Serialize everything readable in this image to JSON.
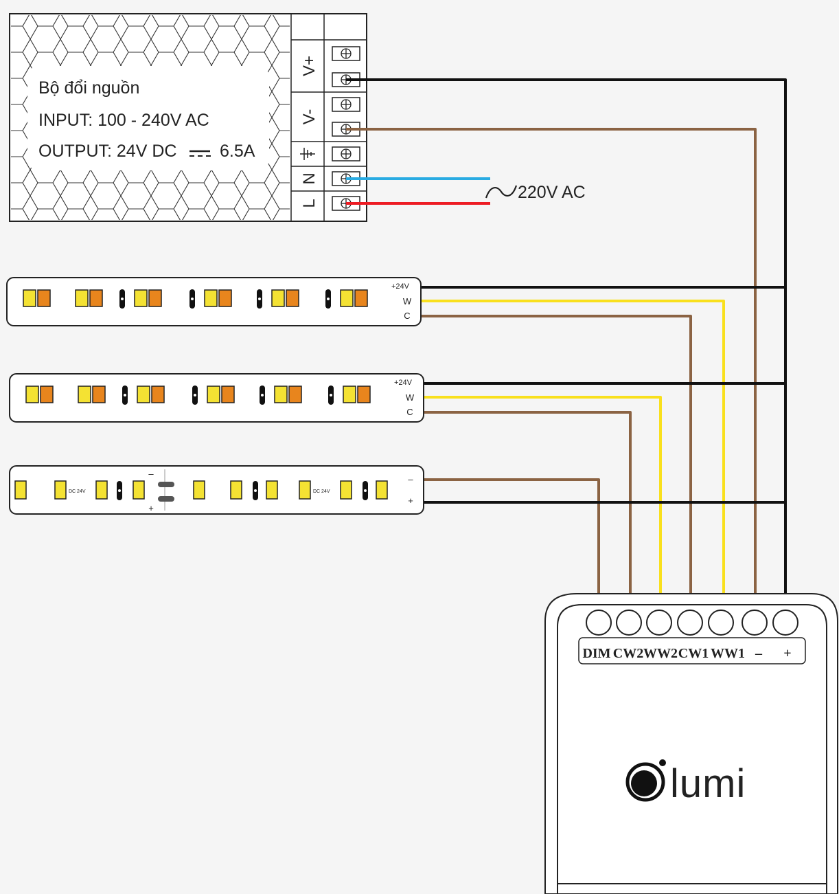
{
  "psu": {
    "title": "Bộ đổi nguồn",
    "input": "INPUT: 100 - 240V AC",
    "output_prefix": "OUTPUT: 24V DC",
    "output_current": "6.5A",
    "terminals": [
      "V+",
      "V-",
      "N",
      "L"
    ]
  },
  "ac_label": "220V AC",
  "strips": [
    {
      "labels": [
        "+24V",
        "W",
        "C"
      ]
    },
    {
      "labels": [
        "+24V",
        "W",
        "C"
      ]
    },
    {
      "labels": [
        "–",
        "+"
      ],
      "dc_label": "DC 24V",
      "minus": "–",
      "plus": "+"
    }
  ],
  "controller": {
    "terminals": [
      "DIM",
      "CW2",
      "WW2",
      "CW1",
      "WW1",
      "–",
      "+"
    ],
    "brand": "lumi"
  },
  "colors": {
    "black": "#111111",
    "brown": "#8b6343",
    "yellow": "#f9e01d",
    "blue": "#29abe2",
    "red": "#ed1c24",
    "led_yellow": "#f4e233",
    "led_orange": "#e8851d",
    "background": "#f5f5f5"
  }
}
